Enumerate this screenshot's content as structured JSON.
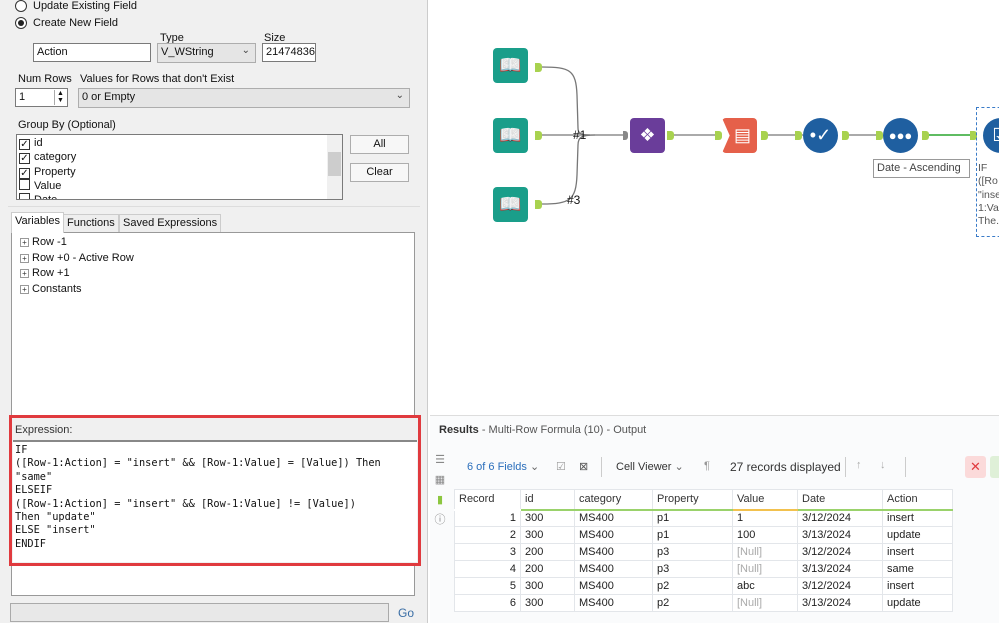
{
  "config": {
    "update_existing_label": "Update Existing Field",
    "create_new_label": "Create New  Field",
    "field_name": "Action",
    "type_label": "Type",
    "type_value": "V_WString",
    "size_label": "Size",
    "size_value": "21474836",
    "num_rows_label": "Num Rows",
    "num_rows_value": "1",
    "nonexist_label": "Values for Rows that don't Exist",
    "nonexist_value": "0 or Empty",
    "group_by_label": "Group By (Optional)",
    "group_by_fields": [
      {
        "name": "id",
        "checked": true
      },
      {
        "name": "category",
        "checked": true
      },
      {
        "name": "Property",
        "checked": true
      },
      {
        "name": "Value",
        "checked": false
      },
      {
        "name": "Date",
        "checked": false
      }
    ],
    "all_button": "All",
    "clear_button": "Clear"
  },
  "tabs": [
    "Variables",
    "Functions",
    "Saved Expressions"
  ],
  "variables": [
    "Row -1",
    "Row +0 - Active Row",
    "Row +1",
    "Constants"
  ],
  "expression": {
    "label": "Expression:",
    "text": "IF\n([Row-1:Action] = \"insert\" && [Row-1:Value] = [Value]) Then\n\"same\"\nELSEIF\n([Row-1:Action] = \"insert\" && [Row-1:Value] != [Value])\nThen \"update\"\nELSE \"insert\"\nENDIF"
  },
  "go_button": "Go",
  "canvas": {
    "connection_labels": [
      "#1",
      "#3"
    ],
    "sort_annotation": "Date - Ascending",
    "formula_annotation": "IF\n([Ro\n\"inse\n1:Va\nThe.",
    "colors": {
      "input": "#1a9e8a",
      "multi_join": "#6a3d9a",
      "select": "#e5604a",
      "check": "#1f5fa0",
      "anchor": "#a8d24f"
    }
  },
  "results": {
    "title": "Results",
    "subtitle": "- Multi-Row Formula (10) - Output",
    "fields_selector": "6 of 6 Fields",
    "cell_viewer": "Cell Viewer",
    "records_displayed": "27 records displayed",
    "columns": [
      "Record",
      "id",
      "category",
      "Property",
      "Value",
      "Date",
      "Action"
    ],
    "rows": [
      [
        "1",
        "300",
        "MS400",
        "p1",
        "1",
        "3/12/2024",
        "insert"
      ],
      [
        "2",
        "300",
        "MS400",
        "p1",
        "100",
        "3/13/2024",
        "update"
      ],
      [
        "3",
        "200",
        "MS400",
        "p3",
        "[Null]",
        "3/12/2024",
        "insert"
      ],
      [
        "4",
        "200",
        "MS400",
        "p3",
        "[Null]",
        "3/13/2024",
        "same"
      ],
      [
        "5",
        "300",
        "MS400",
        "p2",
        "abc",
        "3/12/2024",
        "insert"
      ],
      [
        "6",
        "300",
        "MS400",
        "p2",
        "[Null]",
        "3/13/2024",
        "update"
      ]
    ]
  }
}
